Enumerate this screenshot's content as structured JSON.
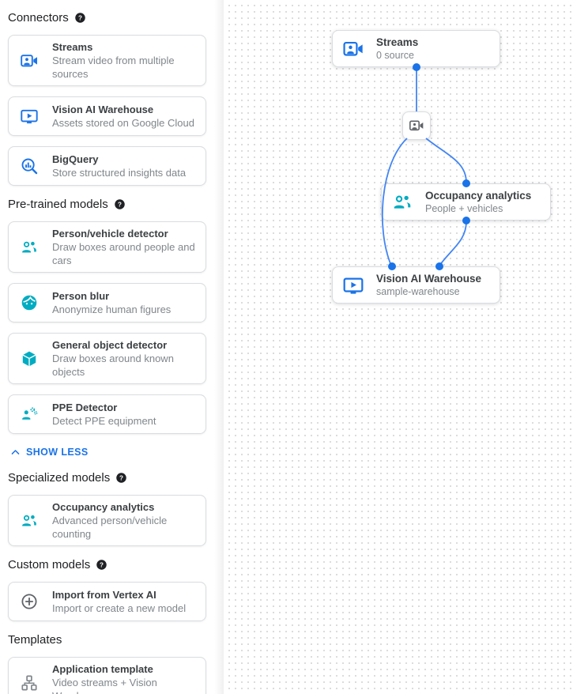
{
  "sidebar": {
    "sections": [
      {
        "title": "Connectors",
        "has_help": true,
        "cards": [
          {
            "icon": "video-camera-front",
            "title": "Streams",
            "subtitle": "Stream video from multiple sources"
          },
          {
            "icon": "smart-display",
            "title": "Vision AI Warehouse",
            "subtitle": "Assets stored on Google Cloud"
          },
          {
            "icon": "bigquery-search",
            "title": "BigQuery",
            "subtitle": "Store structured insights data"
          }
        ]
      },
      {
        "title": "Pre-trained models",
        "has_help": true,
        "cards": [
          {
            "icon": "people",
            "title": "Person/vehicle detector",
            "subtitle": "Draw boxes around people and cars"
          },
          {
            "icon": "face",
            "title": "Person blur",
            "subtitle": "Anonymize human figures"
          },
          {
            "icon": "cube",
            "title": "General object detector",
            "subtitle": "Draw boxes around known objects"
          },
          {
            "icon": "person-gear",
            "title": "PPE Detector",
            "subtitle": "Detect PPE equipment"
          }
        ]
      },
      {
        "title": "Specialized models",
        "has_help": true,
        "cards": [
          {
            "icon": "people",
            "title": "Occupancy analytics",
            "subtitle": "Advanced person/vehicle counting"
          }
        ]
      },
      {
        "title": "Custom models",
        "has_help": true,
        "cards": [
          {
            "icon": "add-circle",
            "title": "Import from Vertex AI",
            "subtitle": "Import or create a new model"
          }
        ]
      },
      {
        "title": "Templates",
        "has_help": false,
        "cards": [
          {
            "icon": "tree",
            "title": "Application template",
            "subtitle": "Video streams + Vision Warehouse"
          }
        ]
      }
    ],
    "show_less_label": "SHOW LESS"
  },
  "canvas": {
    "nodes": {
      "streams": {
        "title": "Streams",
        "subtitle": "0 source"
      },
      "occupancy": {
        "title": "Occupancy analytics",
        "subtitle": "People + vehicles"
      },
      "warehouse": {
        "title": "Vision AI Warehouse",
        "subtitle": "sample-warehouse"
      }
    }
  },
  "colors": {
    "icon_blue": "#1a73e8",
    "icon_teal": "#00acc1",
    "icon_gray": "#5f6368",
    "edge_blue": "#4285f4",
    "port_blue": "#1a73e8",
    "grid_dot": "#d9d9d9"
  }
}
